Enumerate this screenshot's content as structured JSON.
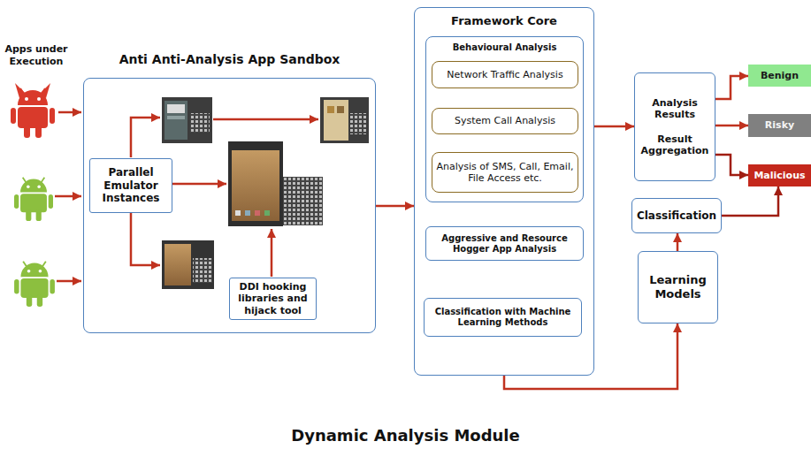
{
  "diagram": {
    "caption": "Dynamic Analysis Module",
    "nodes": [
      {
        "text": [
          "Anti Anti-Analysis App Sandbox"
        ]
      },
      {
        "text": [
          "Parallel Emulator Instances"
        ],
        "in": 0
      },
      {
        "text": [
          "DDI hooking libraries and hijack tool"
        ],
        "in": 0
      },
      {
        "text": [
          "Framework Core"
        ]
      },
      {
        "text": [
          "Behavioural Analysis"
        ],
        "in": 3
      },
      {
        "text": [
          "Network Traffic Analysis"
        ],
        "in": 4
      },
      {
        "text": [
          "System Call Analysis"
        ],
        "in": 4
      },
      {
        "text": [
          "Analysis of SMS, Call, Email, File Access etc."
        ],
        "in": 4
      },
      {
        "text": [
          "Aggressive and Resource Hogger App Analysis"
        ],
        "in": 3
      },
      {
        "text": [
          "Classification with Machine Learning Methods"
        ],
        "in": 3
      },
      {
        "text": [
          "Analysis Results",
          "Result Aggregation"
        ]
      },
      {
        "text": [
          "Benign"
        ]
      },
      {
        "text": [
          "Risky"
        ]
      },
      {
        "text": [
          "Malicious"
        ]
      },
      {
        "text": [
          "Classification"
        ]
      },
      {
        "text": [
          "Learning Models"
        ]
      }
    ],
    "edges": [
      {
        "from": 0,
        "to": 3,
        "arrow": "to"
      },
      {
        "from": 3,
        "to": 10,
        "arrow": "to"
      },
      {
        "from": 10,
        "to": 11,
        "arrow": "to"
      },
      {
        "from": 10,
        "to": 12,
        "arrow": "to"
      },
      {
        "from": 10,
        "to": 13,
        "arrow": "to"
      },
      {
        "from": 14,
        "to": 13,
        "arrow": "to"
      },
      {
        "from": 15,
        "to": 14,
        "arrow": "to"
      },
      {
        "from": 3,
        "to": 15,
        "arrow": "to"
      }
    ],
    "labels": [
      "Apps under Execution"
    ]
  }
}
